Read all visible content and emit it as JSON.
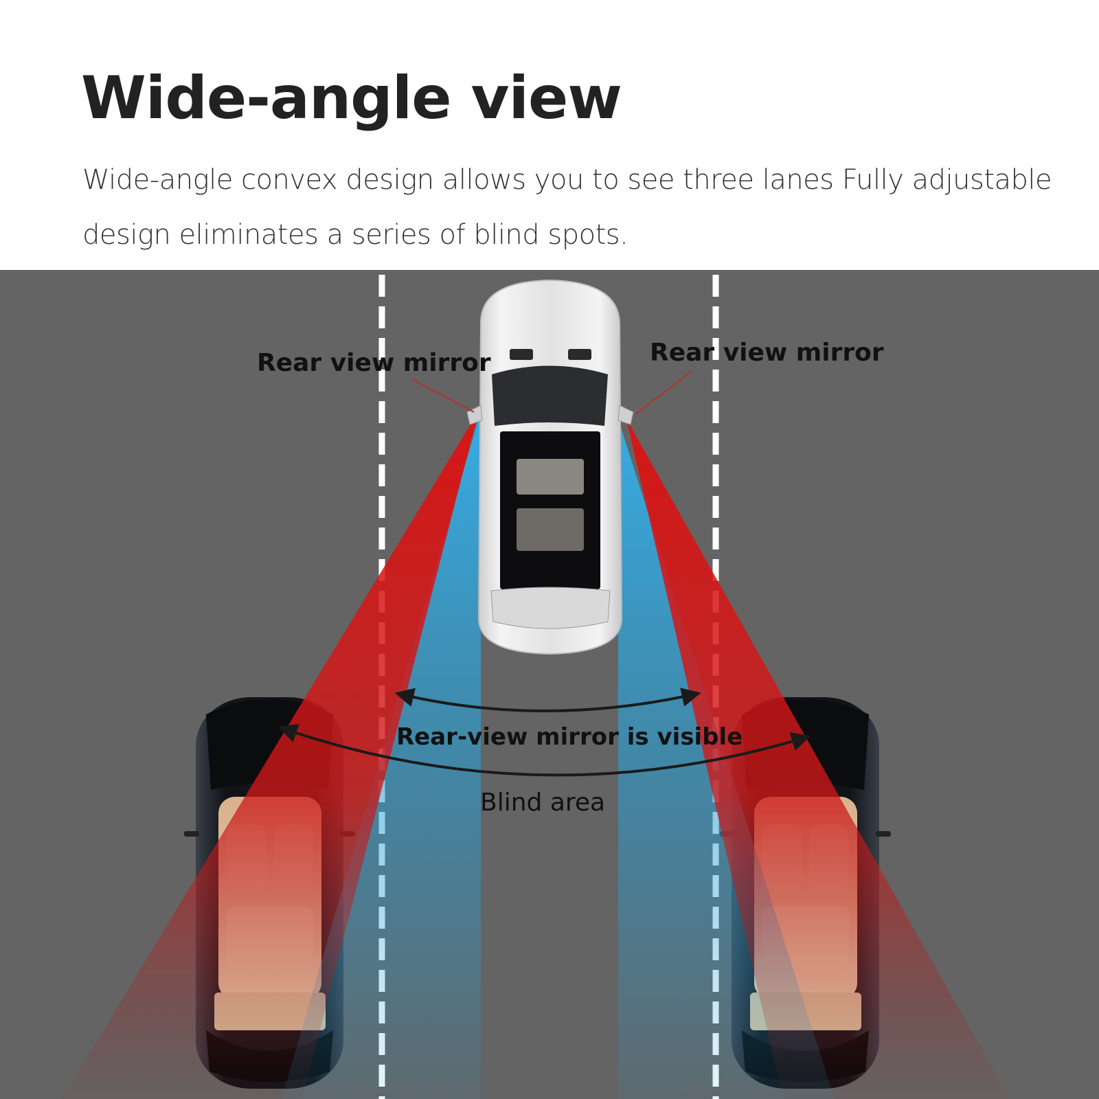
{
  "header": {
    "title": "Wide-angle view",
    "description": "Wide-angle convex design allows you to see three lanes Fully adjustable design eliminates a series of blind spots."
  },
  "diagram": {
    "labels": {
      "left_mirror": "Rear view mirror",
      "right_mirror": "Rear view mirror",
      "visible_zone": "Rear-view mirror is visible",
      "blind_zone": "Blind area"
    },
    "colors": {
      "road": "#646464",
      "lane_marking": "#ffffff",
      "wide_angle_beam": "#d41414",
      "standard_beam": "#2fa3d6",
      "pointer_line": "#b0332a",
      "arrow": "#1a1a1a"
    },
    "vehicles": [
      {
        "id": "ego-car",
        "color": "silver",
        "position": "center-lane"
      },
      {
        "id": "left-car",
        "color": "black",
        "position": "left-lane"
      },
      {
        "id": "right-car",
        "color": "black",
        "position": "right-lane"
      }
    ]
  }
}
